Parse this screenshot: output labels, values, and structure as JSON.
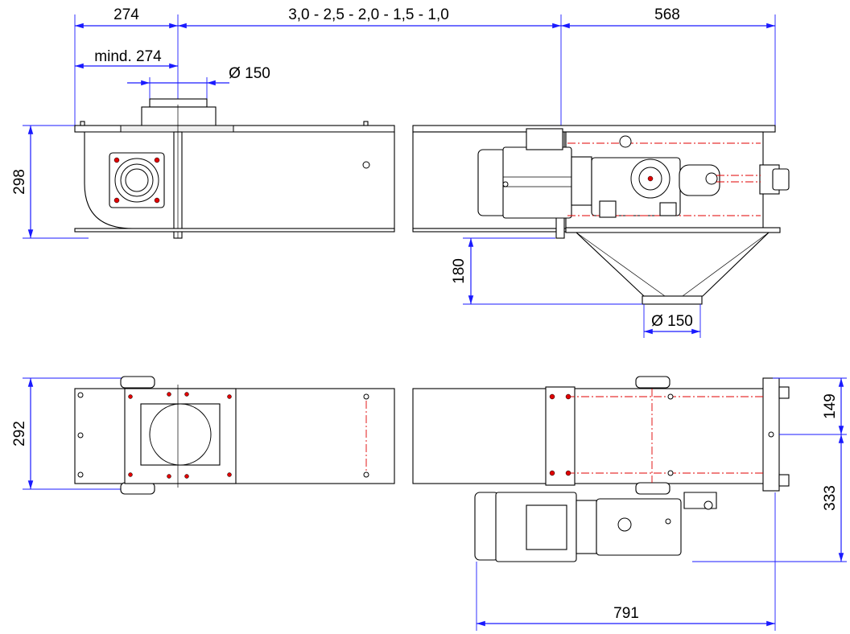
{
  "drawing": {
    "labels": {
      "inlet_offset": "274",
      "length_options": "3,0 - 2,5 - 2,0 - 1,5 - 1,0",
      "drive_end_length": "568",
      "min_inlet_offset": "mind. 274",
      "inlet_diameter": "Ø 150",
      "height": "298",
      "outlet_height": "180",
      "outlet_diameter": "Ø 150",
      "width": "292",
      "drive_half_width": "149",
      "motor_projection": "333",
      "overall_drive_length": "791"
    }
  }
}
